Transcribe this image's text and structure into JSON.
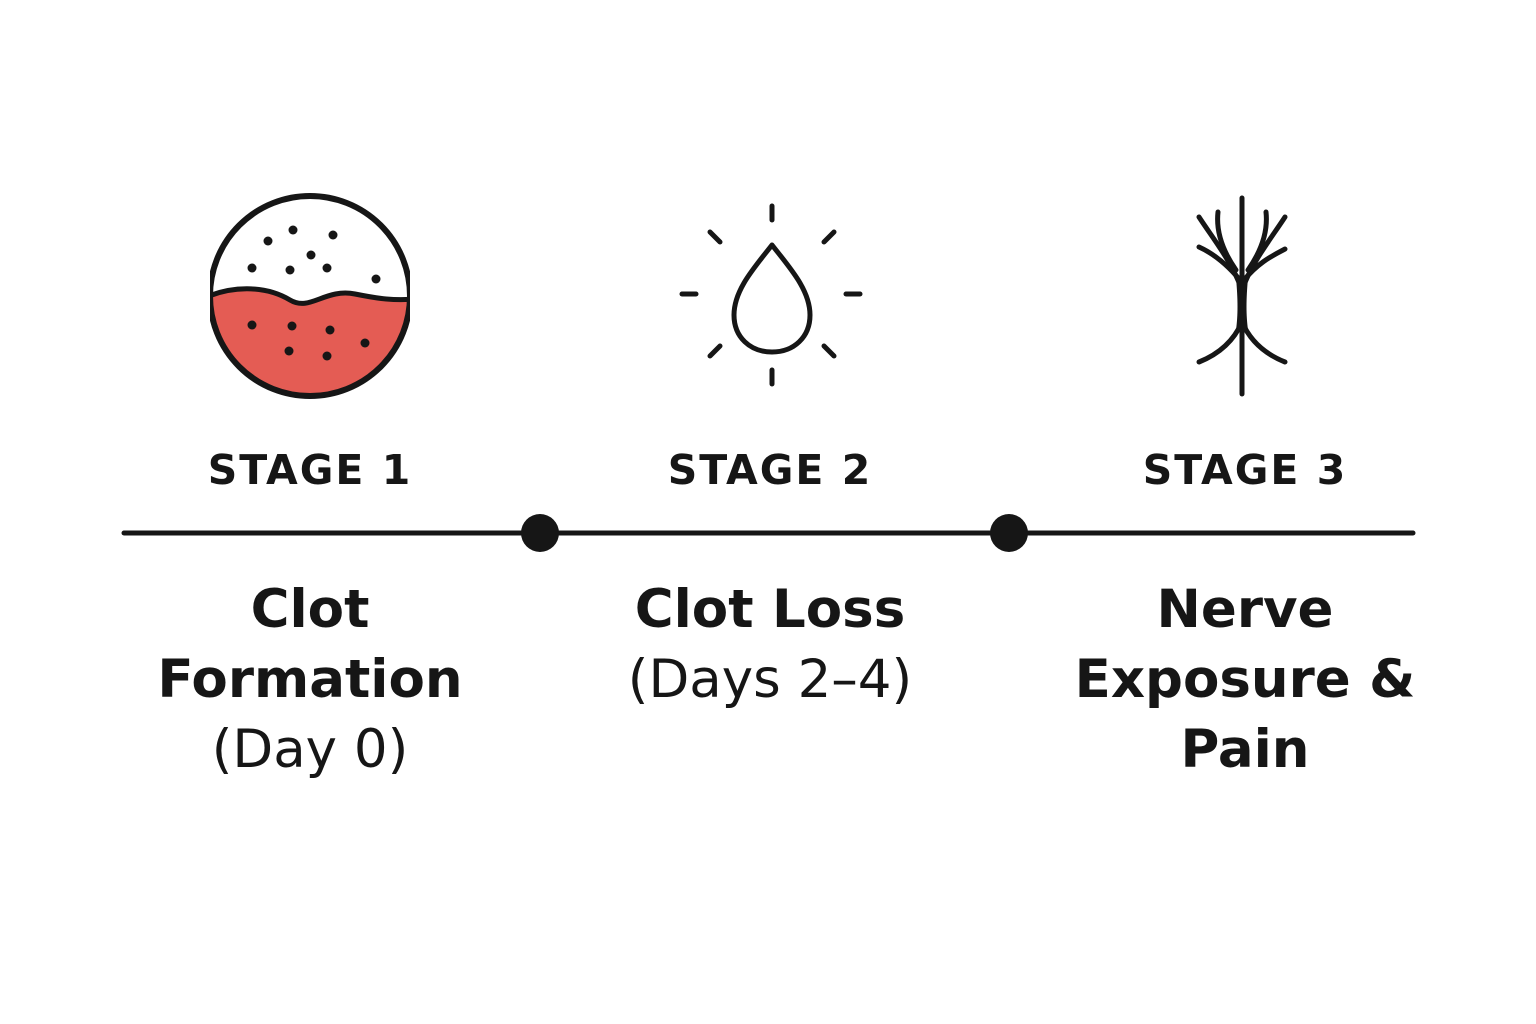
{
  "colors": {
    "ink": "#161616",
    "clot_red": "#e45c54",
    "background": "#ffffff"
  },
  "stages": [
    {
      "label": "STAGE 1",
      "title": "Clot Formation",
      "subtitle": "(Day 0)",
      "icon": "blood-clot-icon"
    },
    {
      "label": "STAGE 2",
      "title": "Clot Loss",
      "subtitle": "(Days 2–4)",
      "icon": "radiating-drop-icon"
    },
    {
      "label": "STAGE 3",
      "title": "Nerve Exposure & Pain",
      "subtitle": "",
      "icon": "nerve-icon"
    }
  ],
  "timeline": {
    "markers": 2
  }
}
